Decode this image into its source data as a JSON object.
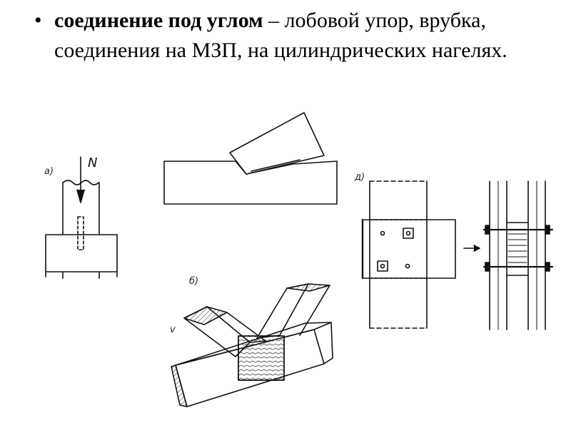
{
  "bullet": {
    "marker": "•",
    "term": "соединение под углом",
    "rest": " – лобовой упор, врубка, соединения на МЗП, на цилиндрических нагелях."
  },
  "figures": {
    "fig_a_label": "а)",
    "fig_a_force": "N",
    "fig_b_label": "б)",
    "fig_d_label": "д)"
  }
}
